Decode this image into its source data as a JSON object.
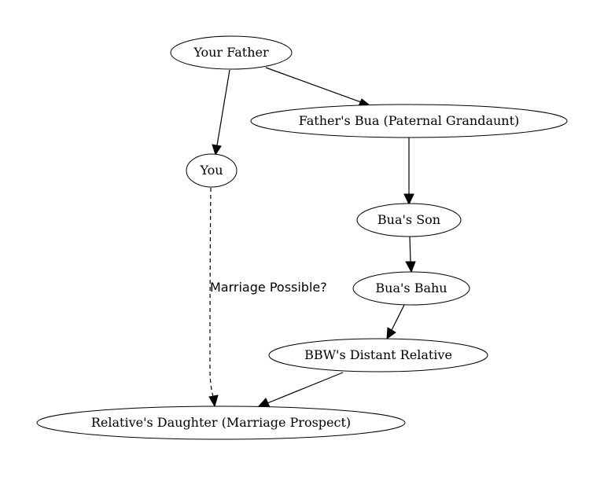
{
  "diagram": {
    "nodes": {
      "your_father": "Your Father",
      "fathers_bua": "Father's Bua (Paternal Grandaunt)",
      "you": "You",
      "buas_son": "Bua's Son",
      "buas_bahu": "Bua's Bahu",
      "bbw_relative": "BBW's Distant Relative",
      "relatives_daughter": "Relative's Daughter (Marriage Prospect)"
    },
    "edges": {
      "marriage_label": "Marriage Possible?"
    }
  }
}
